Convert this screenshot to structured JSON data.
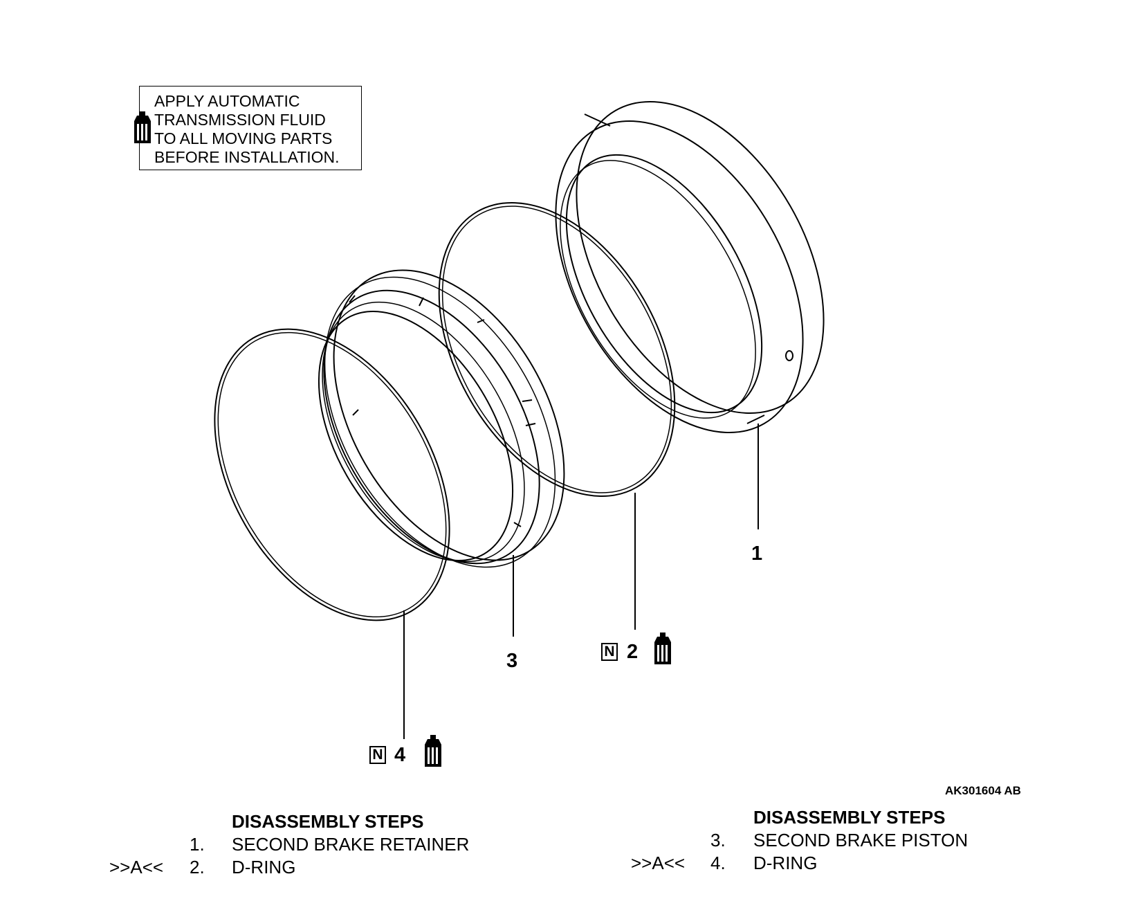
{
  "note": {
    "lines": [
      "APPLY AUTOMATIC",
      "TRANSMISSION FLUID",
      "TO ALL MOVING PARTS",
      "BEFORE INSTALLATION."
    ],
    "icon": "fluid-bottle-icon"
  },
  "callouts": {
    "part1": "1",
    "part2": "2",
    "part3": "3",
    "part4": "4",
    "new_part_badge": "N"
  },
  "figure_code": "AK301604 AB",
  "steps_left": {
    "title": "DISASSEMBLY STEPS",
    "items": [
      {
        "ref": "",
        "num": "1.",
        "label": "SECOND BRAKE RETAINER"
      },
      {
        "ref": ">>A<<",
        "num": "2.",
        "label": "D-RING"
      }
    ]
  },
  "steps_right": {
    "title": "DISASSEMBLY STEPS",
    "items": [
      {
        "ref": "",
        "num": "3.",
        "label": "SECOND BRAKE PISTON"
      },
      {
        "ref": ">>A<<",
        "num": "4.",
        "label": "D-RING"
      }
    ]
  }
}
